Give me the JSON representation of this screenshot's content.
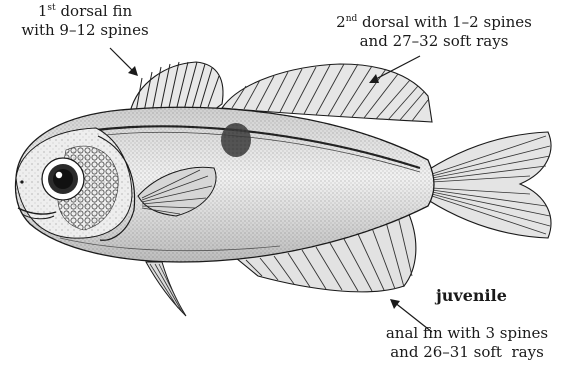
{
  "labels": {
    "dorsal1": {
      "sup_prefix": "1",
      "sup": "st",
      "line1_rest": " dorsal fin",
      "line2": "with 9–12 spines"
    },
    "dorsal2": {
      "sup_prefix": "2",
      "sup": "nd",
      "line1_rest": " dorsal with 1–2 spines",
      "line2": "and 27–32 soft rays"
    },
    "anal": {
      "line1": "anal fin with 3 spines",
      "line2": "and 26–31 soft  rays"
    },
    "stage": "juvenile"
  },
  "colors": {
    "ink": "#1a1a1a",
    "shade": "#555555",
    "background": "#ffffff"
  }
}
